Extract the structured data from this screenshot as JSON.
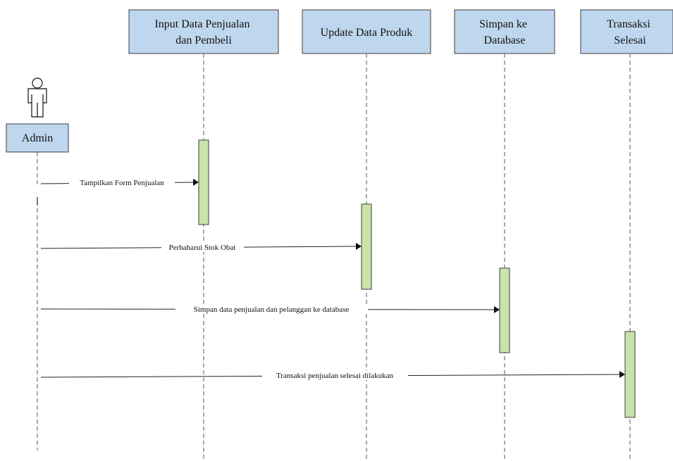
{
  "actor": {
    "label": "Admin"
  },
  "lifelines": [
    {
      "lines": [
        "Input Data Penjualan",
        "dan Pembeli"
      ]
    },
    {
      "lines": [
        "Update Data Produk"
      ]
    },
    {
      "lines": [
        "Simpan ke",
        "Database"
      ]
    },
    {
      "lines": [
        "Transaksi",
        "Selesai"
      ]
    }
  ],
  "messages": [
    {
      "label": "Tampilkan Form Penjualan",
      "to": 0
    },
    {
      "label": "Perbaharui Stok Obat",
      "to": 1
    },
    {
      "label": "Simpan data penjualan dan pelanggan ke database",
      "to": 2
    },
    {
      "label": "Transaksi penjualan selesai dilakukan",
      "to": 3
    }
  ],
  "colors": {
    "lifeline_box": "#bfd7ee",
    "activation": "#c9e3a9"
  }
}
